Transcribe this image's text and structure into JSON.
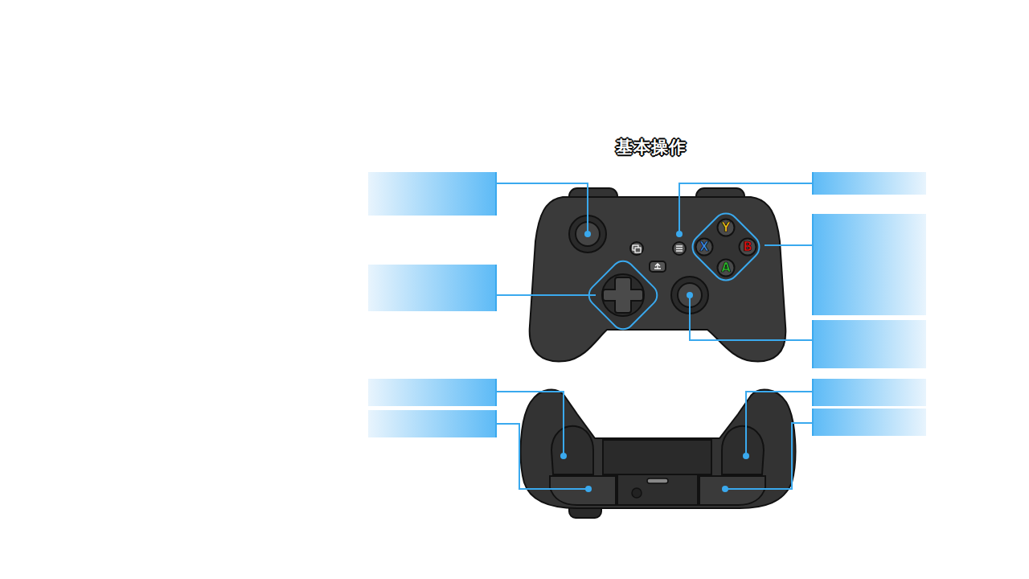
{
  "diagram": {
    "title": "基本操作",
    "nodes": [
      {
        "text": [
          "Y"
        ]
      },
      {
        "text": [
          "X"
        ]
      },
      {
        "text": [
          "B"
        ]
      },
      {
        "text": [
          "A"
        ]
      }
    ]
  }
}
